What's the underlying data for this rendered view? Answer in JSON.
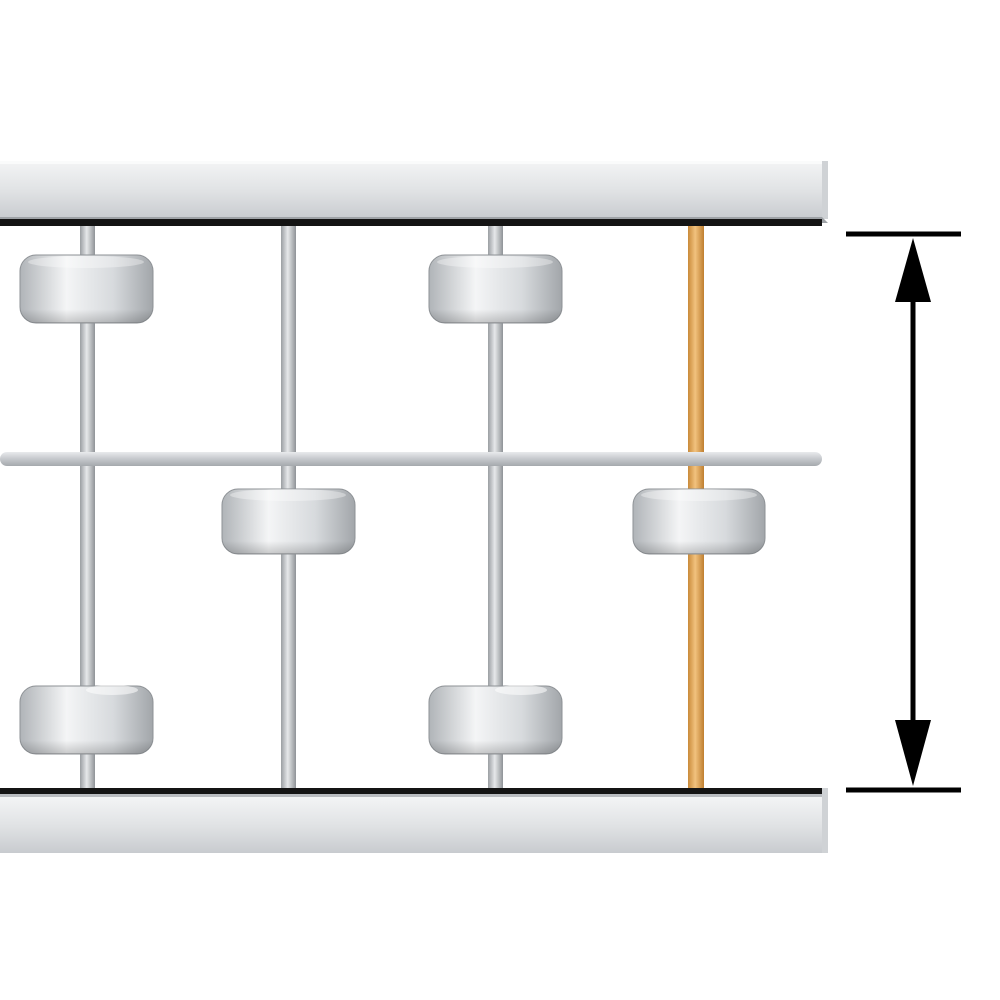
{
  "diagram": {
    "subject": "roller-conveyor-section",
    "colors": {
      "background": "#ffffff",
      "frame_light": "#e4e6e8",
      "frame_mid": "#c9ccd0",
      "frame_edge": "#b8bbbf",
      "channel_dark": "#1a1a1a",
      "axle": "#b7bbbf",
      "highlight_axle": "#e0a95a",
      "wheel_light": "#f2f3f4",
      "wheel_dark": "#a9adb1",
      "dimension_line": "#000000"
    },
    "axles": [
      {
        "id": "axle-1",
        "highlighted": false
      },
      {
        "id": "axle-2",
        "highlighted": false
      },
      {
        "id": "axle-3",
        "highlighted": false
      },
      {
        "id": "axle-4",
        "highlighted": true
      }
    ],
    "wheels": [
      {
        "id": "wheel-axle1-top",
        "axle": 1,
        "row": "top"
      },
      {
        "id": "wheel-axle1-bottom",
        "axle": 1,
        "row": "bottom"
      },
      {
        "id": "wheel-axle2-middle",
        "axle": 2,
        "row": "middle"
      },
      {
        "id": "wheel-axle3-top",
        "axle": 3,
        "row": "top"
      },
      {
        "id": "wheel-axle3-bottom",
        "axle": 3,
        "row": "bottom"
      },
      {
        "id": "wheel-axle4-middle",
        "axle": 4,
        "row": "middle"
      }
    ],
    "dimension_indicator": {
      "measures": "between-frame-rails",
      "style": "double-arrow"
    }
  }
}
